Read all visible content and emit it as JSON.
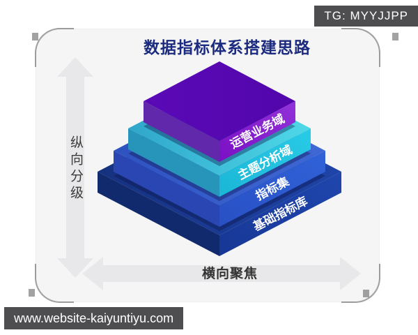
{
  "watermarks": {
    "tg": "TG: MYYJJPP",
    "website": "www.website-kaiyuntiyu.com"
  },
  "card": {
    "title": "数据指标体系搭建思路",
    "vertical_axis_label": "纵向分级",
    "horizontal_axis_label": "横向聚焦",
    "pyramid": {
      "layers": [
        {
          "label": "运营业务域",
          "top_from": "#5a09b6",
          "top_to": "#5306ac",
          "left_color": "#6128ab",
          "right_from": "#9232d8",
          "right_to": "#7a10c4"
        },
        {
          "label": "主题分析域",
          "top_from": "#2fa6ca",
          "top_to": "#4fd8e8",
          "left_color": "#2794ba",
          "right_from": "#29cbe7",
          "right_to": "#1bb6d6"
        },
        {
          "label": "指标集",
          "top_from": "#2e52c0",
          "top_to": "#3f68d4",
          "left_color": "#2946b3",
          "right_from": "#3162d8",
          "right_to": "#2850c4"
        },
        {
          "label": "基础指标库",
          "top_from": "#15317e",
          "top_to": "#1f44a8",
          "left_color": "#112a6e",
          "right_from": "#1f46ae",
          "right_to": "#173795"
        }
      ]
    }
  },
  "colors": {
    "page_background": "#ffffff",
    "card_background": "#f5f5f6",
    "title_text": "#1b2b80",
    "axis_arrow": "#e8e8ea",
    "axis_text": "#3b3b3b",
    "badge_background": "#4e4e50",
    "badge_text": "#ffffff",
    "layer_label_text": "#ffffff",
    "layer_shadow": "rgba(10,18,70,0.38)"
  }
}
